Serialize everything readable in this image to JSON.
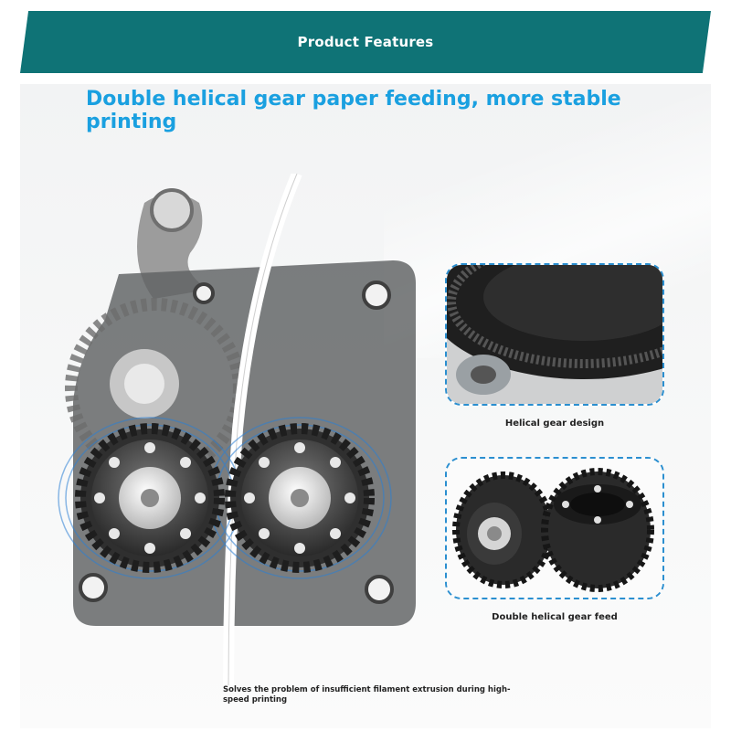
{
  "header": {
    "title": "Product Features"
  },
  "headline": "Double helical gear paper feeding, more stable printing",
  "main_image": {
    "caption": "Solves the problem of insufficient filament extrusion during high-speed printing"
  },
  "details": [
    {
      "label": "Helical gear design"
    },
    {
      "label": "Double helical gear feed"
    }
  ],
  "colors": {
    "header": "#0f7376",
    "headline": "#1aa0e0",
    "dash_border": "#2b8fd0"
  }
}
